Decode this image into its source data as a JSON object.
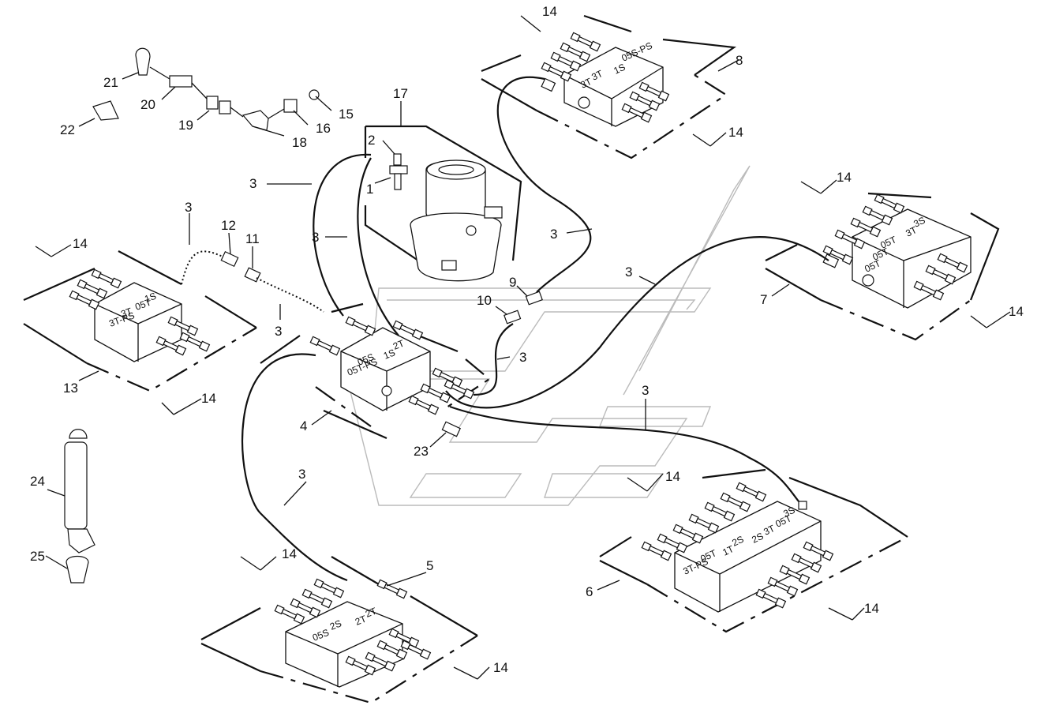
{
  "callouts": {
    "c1": "1",
    "c2": "2",
    "c3": "3",
    "c4": "4",
    "c5": "5",
    "c6": "6",
    "c7": "7",
    "c8": "8",
    "c9": "9",
    "c10": "10",
    "c11": "11",
    "c12": "12",
    "c13": "13",
    "c14": "14",
    "c15": "15",
    "c16": "16",
    "c17": "17",
    "c18": "18",
    "c19": "19",
    "c20": "20",
    "c21": "21",
    "c22": "22",
    "c23": "23",
    "c24": "24",
    "c25": "25"
  },
  "distributors": {
    "d8": [
      "05S-PS",
      "1S",
      "3T",
      "3T"
    ],
    "d7": [
      "3S",
      "3T",
      "05T",
      "05T",
      "05T"
    ],
    "d13": [
      "1S",
      "05T",
      "3T",
      "3T-PS"
    ],
    "d4": [
      "2T",
      "1S",
      "05S",
      "05T-PS"
    ],
    "d6": [
      "3S",
      "05T",
      "3T",
      "2S",
      "2S",
      "1T",
      "05T",
      "3T-PS"
    ],
    "d5": [
      "2T",
      "2T",
      "2S",
      "05S"
    ]
  },
  "colors": {
    "line": "#111111",
    "watermark": "#bbbbbb"
  }
}
